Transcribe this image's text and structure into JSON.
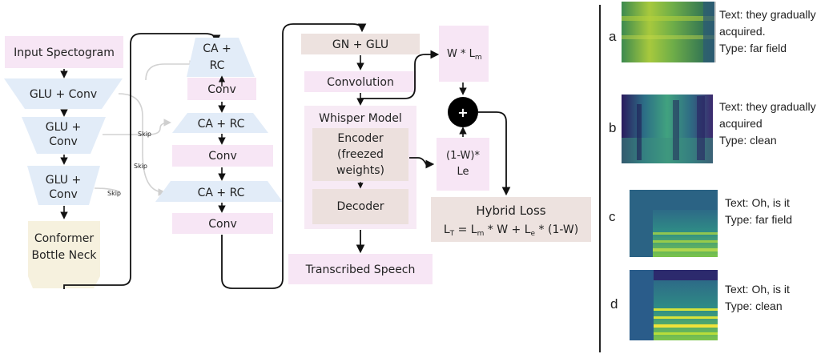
{
  "pipeline": {
    "input": "Input Spectogram",
    "encoder_blocks": [
      {
        "line1": "GLU + Conv",
        "line2": ""
      },
      {
        "line1": "GLU +",
        "line2": "Conv"
      },
      {
        "line1": "GLU +",
        "line2": "Conv"
      }
    ],
    "bottleneck": {
      "line1": "Conformer",
      "line2": "Bottle Neck"
    },
    "skip_label": "Skip",
    "decoder": {
      "ca_rc_1": {
        "line1": "CA +",
        "line2": "RC"
      },
      "conv_1": "Conv",
      "ca_rc_2": "CA + RC",
      "conv_2": "Conv",
      "ca_rc_3": "CA  + RC",
      "conv_3": "Conv"
    },
    "gn_glu": "GN + GLU",
    "convolution": "Convolution",
    "whisper": {
      "title": "Whisper Model",
      "encoder": {
        "line1": "Encoder",
        "line2": "(freezed",
        "line3": "weights)"
      },
      "decoder": "Decoder"
    },
    "transcribed": "Transcribed Speech",
    "weight_top": {
      "main": "W * L",
      "sub": "m"
    },
    "plus": "+",
    "weight_bottom": {
      "line1": "(1-W)*",
      "line2": "Le"
    },
    "hybrid": {
      "title": "Hybrid Loss",
      "eq": {
        "p1": "L",
        "s1": "T",
        "p2": " = L",
        "s2": "m",
        "p3": " * W + L",
        "s3": "e",
        "p4": " * (1-W)"
      }
    }
  },
  "spectrograms": [
    {
      "letter": "a",
      "line1": "Text:  they gradually",
      "line2": "acquired.",
      "line3": "Type: far field"
    },
    {
      "letter": "b",
      "line1": "Text: they gradually",
      "line2": "acquired",
      "line3": "Type: clean"
    },
    {
      "letter": "c",
      "line1": "Text:  Oh, is it",
      "line2": "Type: far field"
    },
    {
      "letter": "d",
      "line1": "Text:  Oh, is it",
      "line2": "Type: clean"
    }
  ],
  "colors": {
    "pink_box": "#f7e6f5",
    "blue_box": "#e2ecf8",
    "beige_box": "#f6f1de",
    "taupe_box": "#ede2df",
    "whisper_bg": "#f7eaf5",
    "whisper_inner": "#ece0dd",
    "plus_circle": "#000000"
  },
  "icons": {
    "plus": "plus-circle-icon"
  }
}
